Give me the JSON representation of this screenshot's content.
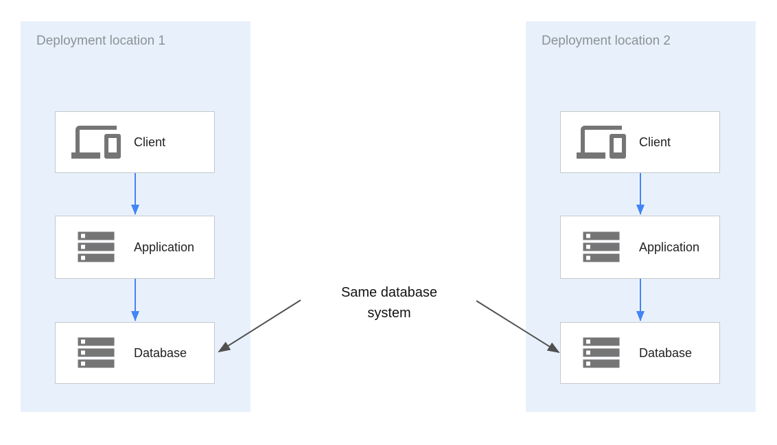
{
  "diagram": {
    "panels": [
      {
        "title": "Deployment location 1",
        "nodes": [
          {
            "label": "Client",
            "icon": "devices-icon"
          },
          {
            "label": "Application",
            "icon": "server-stack-icon"
          },
          {
            "label": "Database",
            "icon": "server-stack-icon"
          }
        ]
      },
      {
        "title": "Deployment location 2",
        "nodes": [
          {
            "label": "Client",
            "icon": "devices-icon"
          },
          {
            "label": "Application",
            "icon": "server-stack-icon"
          },
          {
            "label": "Database",
            "icon": "server-stack-icon"
          }
        ]
      }
    ],
    "annotation": {
      "lines": [
        "Same database",
        "system"
      ]
    },
    "colors": {
      "panel_background": "#e8f1fb",
      "node_background": "#ffffff",
      "node_border": "#c4c8cc",
      "icon_gray": "#757575",
      "panel_title_text": "#8b9197",
      "node_label_text": "#212121",
      "flow_arrow": "#4285f4",
      "annotation_arrow": "#505050",
      "annotation_text": "#111111"
    }
  }
}
